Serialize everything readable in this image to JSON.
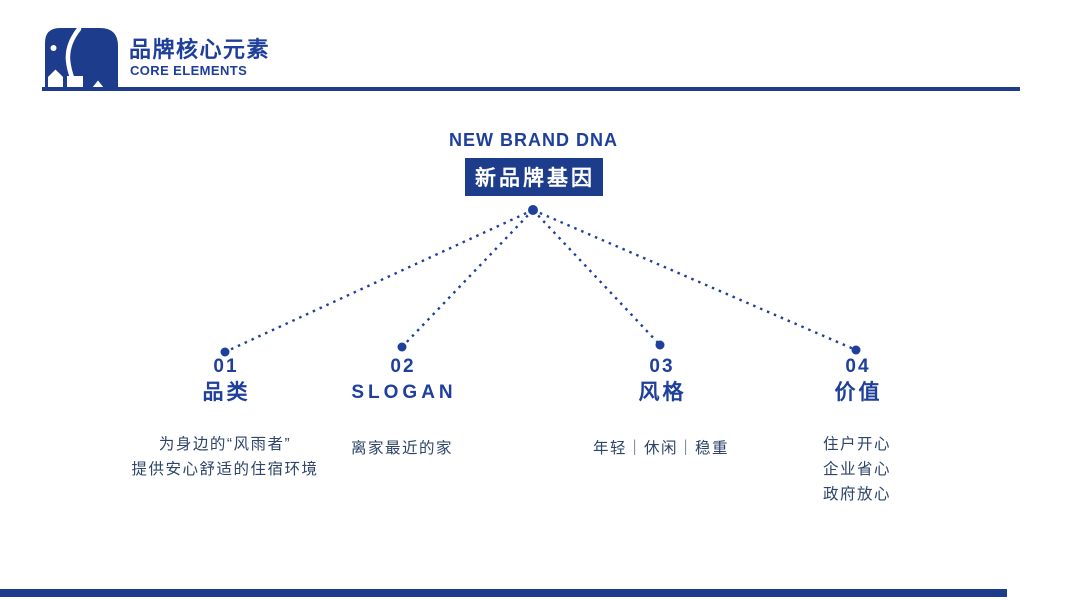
{
  "colors": {
    "primary": "#1e3c8c",
    "heading": "#1e3f9a",
    "bodytext": "#2e4468",
    "background": "#ffffff"
  },
  "header": {
    "logo_icon": "elephant-logo",
    "title_zh": "品牌核心元素",
    "title_en": "CORE ELEMENTS"
  },
  "diagram": {
    "root": {
      "label_en": "NEW BRAND DNA",
      "label_zh": "新品牌基因"
    },
    "branches": [
      {
        "number": "01",
        "title": "品类",
        "desc_lines": [
          "为身边的“风雨者”",
          "提供安心舒适的住宿环境"
        ]
      },
      {
        "number": "02",
        "title": "SLOGAN",
        "desc_lines": [
          "离家最近的家"
        ]
      },
      {
        "number": "03",
        "title": "风格",
        "desc_lines": [
          "年轻｜休闲｜稳重"
        ]
      },
      {
        "number": "04",
        "title": "价值",
        "desc_lines": [
          "住户开心",
          "企业省心",
          "政府放心"
        ]
      }
    ]
  }
}
